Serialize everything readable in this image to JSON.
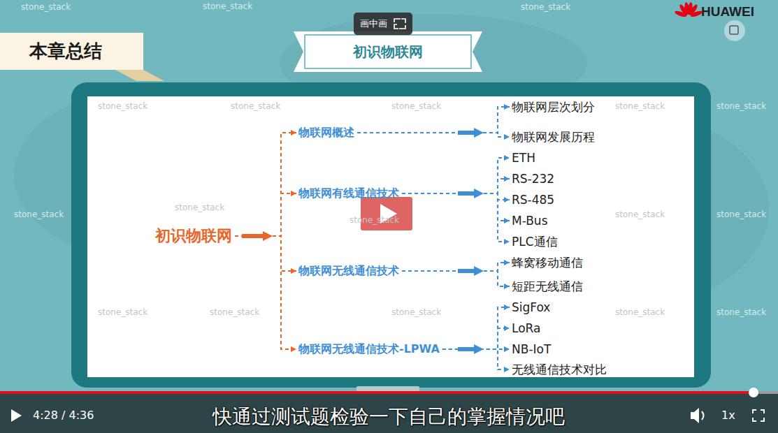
{
  "diagram": {
    "nodes": [
      {
        "text": [
          "本章总结"
        ]
      },
      {
        "text": [
          "初识物联网"
        ]
      },
      {
        "text": [
          "画中画"
        ]
      },
      {
        "text": [
          "初识物联网"
        ]
      },
      {
        "text": [
          "物联网概述"
        ]
      },
      {
        "text": [
          "物联网有线通信技术"
        ]
      },
      {
        "text": [
          "物联网无线通信技术"
        ]
      },
      {
        "text": [
          "物联网无线通信技术-LPWA"
        ]
      },
      {
        "text": [
          "物联网层次划分"
        ]
      },
      {
        "text": [
          "物联网发展历程"
        ]
      },
      {
        "text": [
          "ETH"
        ]
      },
      {
        "text": [
          "RS-232"
        ]
      },
      {
        "text": [
          "RS-485"
        ]
      },
      {
        "text": [
          "M-Bus"
        ]
      },
      {
        "text": [
          "PLC通信"
        ]
      },
      {
        "text": [
          "蜂窝移动通信"
        ]
      },
      {
        "text": [
          "短距无线通信"
        ]
      },
      {
        "text": [
          "SigFox"
        ]
      },
      {
        "text": [
          "LoRa"
        ]
      },
      {
        "text": [
          "NB-IoT"
        ]
      },
      {
        "text": [
          "无线通信技术对比"
        ]
      }
    ],
    "edges": [
      {
        "from": 3,
        "to": 4,
        "arrow": "to"
      },
      {
        "from": 3,
        "to": 5,
        "arrow": "to"
      },
      {
        "from": 3,
        "to": 6,
        "arrow": "to"
      },
      {
        "from": 3,
        "to": 7,
        "arrow": "to"
      },
      {
        "from": 4,
        "to": 8,
        "arrow": "to"
      },
      {
        "from": 4,
        "to": 9,
        "arrow": "to"
      },
      {
        "from": 5,
        "to": 10,
        "arrow": "to"
      },
      {
        "from": 5,
        "to": 11,
        "arrow": "to"
      },
      {
        "from": 5,
        "to": 12,
        "arrow": "to"
      },
      {
        "from": 5,
        "to": 13,
        "arrow": "to"
      },
      {
        "from": 5,
        "to": 14,
        "arrow": "to"
      },
      {
        "from": 6,
        "to": 15,
        "arrow": "to"
      },
      {
        "from": 6,
        "to": 16,
        "arrow": "to"
      },
      {
        "from": 7,
        "to": 17,
        "arrow": "to"
      },
      {
        "from": 7,
        "to": 18,
        "arrow": "to"
      },
      {
        "from": 7,
        "to": 19,
        "arrow": "to"
      },
      {
        "from": 7,
        "to": 20,
        "arrow": "to"
      }
    ],
    "labels": [
      "HUAWEI",
      "4:28 / 4:36",
      "快通过测试题检验一下自己的掌握情况吧",
      "1x",
      "stone_stack",
      "stone_stack",
      "stone_stack",
      "stone_stack",
      "stone_stack",
      "stone_stack",
      "stone_stack",
      "stone_stack",
      "stone_stack",
      "stone_stack",
      "stone_stack",
      "stone_stack",
      "stone_stack",
      "stone_stack",
      "stone_stack",
      "stone_stack",
      "stone_stack",
      "stone_stack"
    ]
  }
}
